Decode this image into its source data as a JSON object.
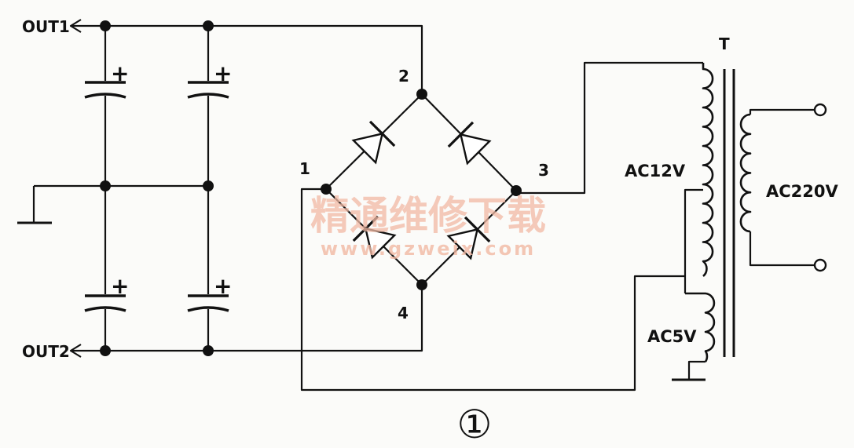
{
  "outputs": {
    "out1": "OUT1",
    "out2": "OUT2"
  },
  "bridge_nodes": {
    "n1": "1",
    "n2": "2",
    "n3": "3",
    "n4": "4"
  },
  "capacitor_polarity": "+",
  "transformer": {
    "name": "T",
    "primary": "AC220V",
    "secondary_high": "AC12V",
    "secondary_low": "AC5V"
  },
  "figure_number": "①",
  "watermark": {
    "cn": "精通维修下载",
    "url": "www.gzweix.com"
  },
  "colors": {
    "ink": "#111111",
    "watermark": "#f2b9a4",
    "paper": "#fbfbf9"
  }
}
